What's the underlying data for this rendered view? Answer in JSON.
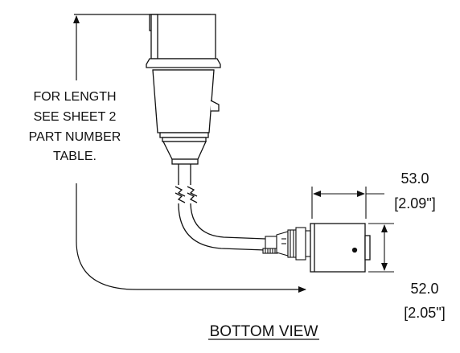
{
  "note": {
    "lines": [
      "FOR LENGTH",
      "SEE SHEET 2",
      "PART NUMBER",
      "TABLE."
    ]
  },
  "dimensions": {
    "width": {
      "mm": "53.0",
      "in": "[2.09\"]"
    },
    "height": {
      "mm": "52.0",
      "in": "[2.05\"]"
    }
  },
  "view": {
    "title": "BOTTOM VIEW"
  },
  "colors": {
    "line": "#111111",
    "background": "#ffffff"
  }
}
